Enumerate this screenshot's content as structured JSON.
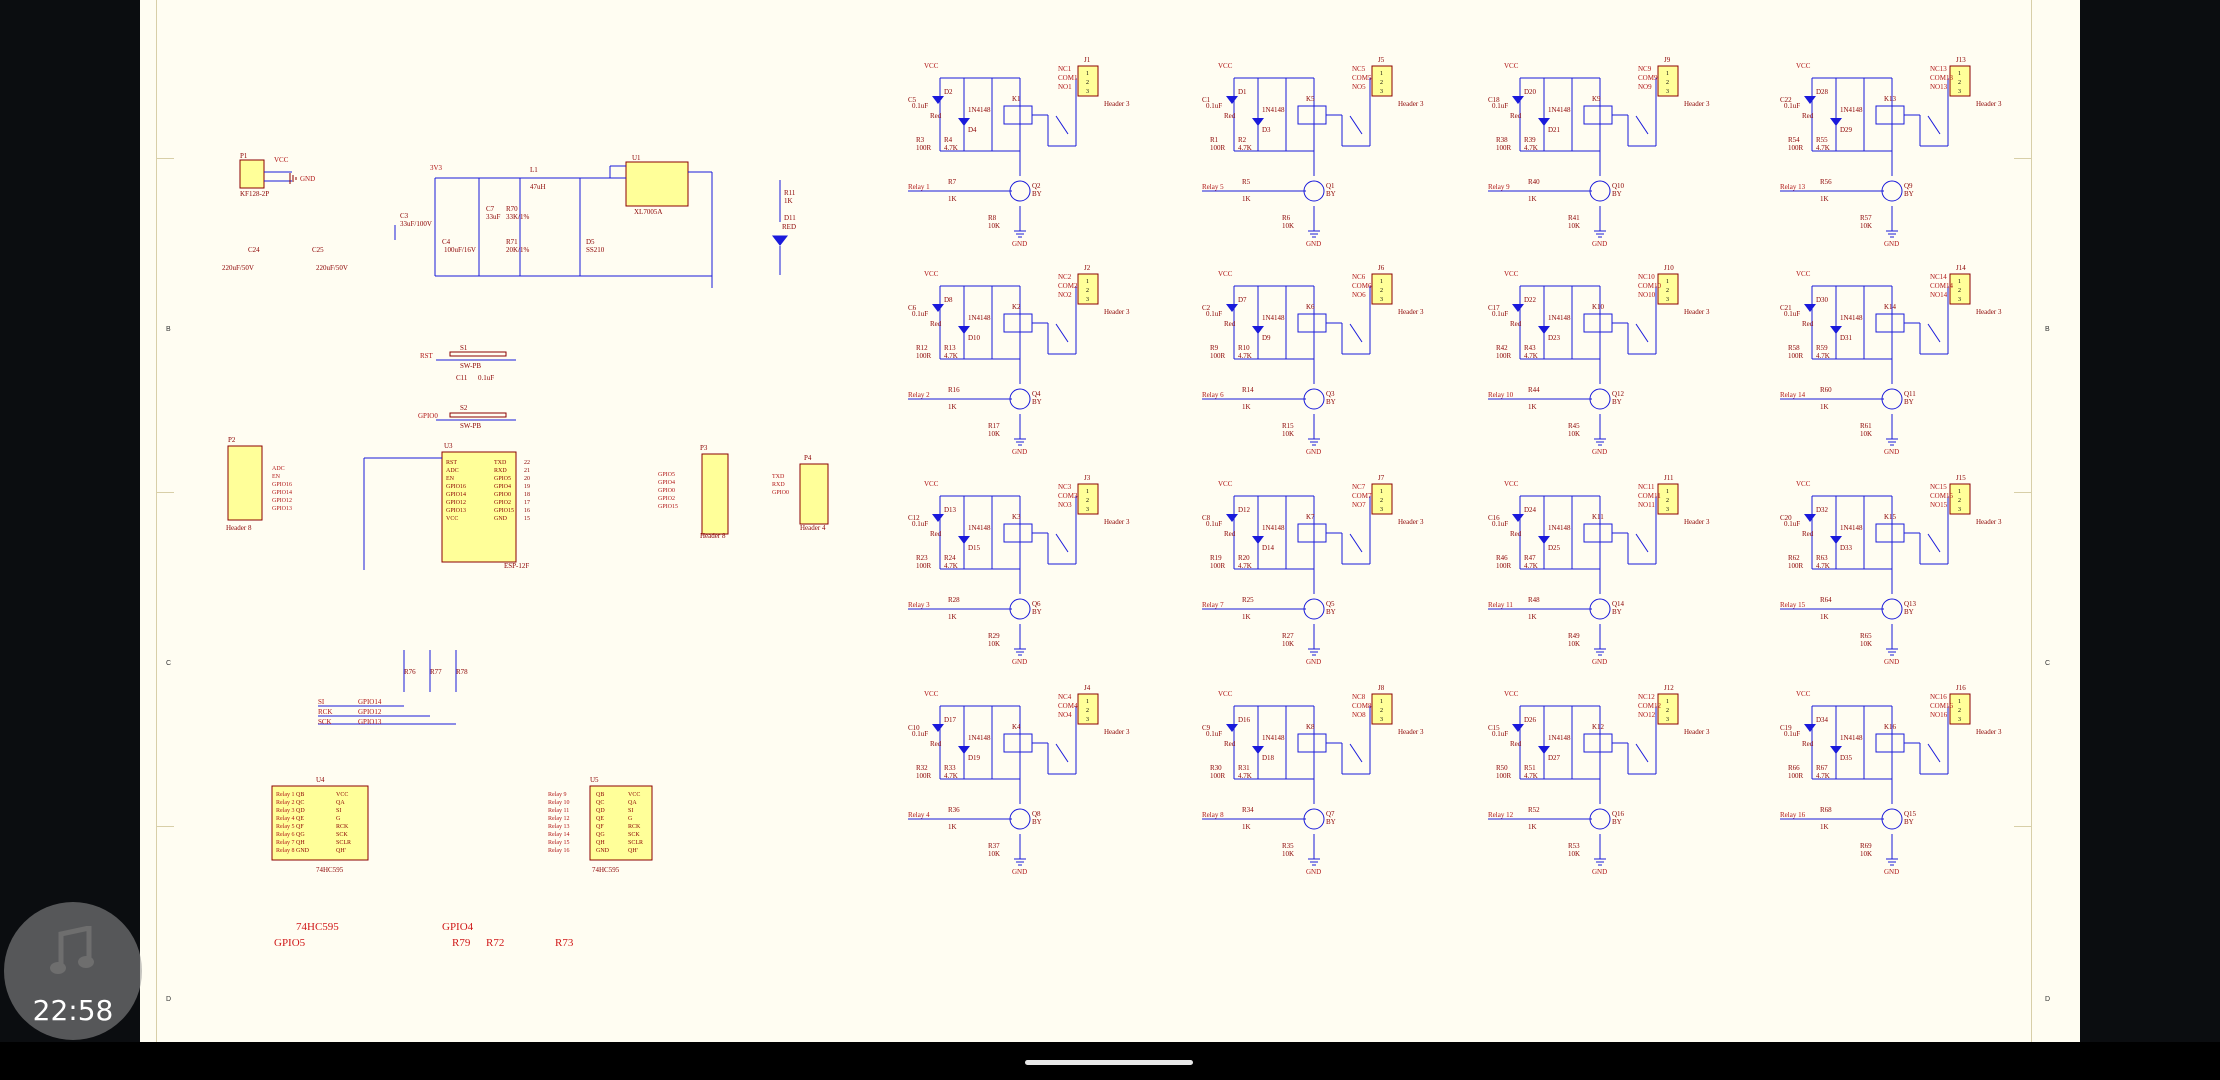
{
  "sheet": {
    "zone_labels": [
      "B",
      "C",
      "D"
    ],
    "text_labels": {
      "p1": "P1",
      "p1_part": "KF128-2P",
      "gnd": "GND",
      "vcc": "VCC",
      "v3": "3V3",
      "l1": "L1",
      "l1_val": "47uH",
      "u1": "U1",
      "u1_part": "XL7005A",
      "c3": "C3",
      "c3_val": "33uF/100V",
      "c7": "C7",
      "c7_val": "33uF",
      "r70": "R70",
      "r70_val": "33K/1%",
      "r71": "R71",
      "r71_val": "20K/1%",
      "d5": "D5",
      "d5_val": "SS210",
      "c4": "C4",
      "c4_val": "100uF/16V",
      "c24": "C24",
      "c24_val": "220uF/50V",
      "c25": "C25",
      "c25_val": "220uF/50V",
      "r11": "R11",
      "r11_val": "1K",
      "d11": "D11",
      "d11_val": "RED",
      "rst": "RST",
      "s1": "S1",
      "s1_part": "SW-PB",
      "c11": "C11",
      "c11_val": "0.1uF",
      "gpio0": "GPIO0",
      "s2": "S2",
      "s2_part": "SW-PB",
      "p2": "P2",
      "p2_part": "Header 8",
      "u3": "U3",
      "u3_part": "ESP-12F",
      "p3": "P3",
      "p3_part": "Header 8",
      "p4": "P4",
      "p4_part": "Header 4",
      "u4": "U4",
      "u4_part": "74HC595",
      "u5": "U5",
      "u5_part": "74HC595",
      "esp_pins_l": [
        "RST",
        "ADC",
        "EN",
        "GPIO16",
        "GPIO14",
        "GPIO12",
        "GPIO13",
        "VCC"
      ],
      "esp_pins_r": [
        "TXD",
        "RXD",
        "GPIO5",
        "GPIO4",
        "GPIO0",
        "GPIO2",
        "GPIO15",
        "GND"
      ],
      "esp_pins_r_num": [
        "22",
        "21",
        "20",
        "19",
        "18",
        "17",
        "16",
        "15"
      ],
      "p2_nets": [
        "ADC",
        "EN",
        "GPIO16",
        "GPIO14",
        "GPIO12",
        "GPIO13"
      ],
      "p3_nets": [
        "GPIO5",
        "GPIO4",
        "GPIO0",
        "GPIO2",
        "GPIO15"
      ],
      "p4_nets": [
        "TXD",
        "RXD",
        "GPIO0"
      ],
      "r76": "R76",
      "r77": "R77",
      "r78": "R78",
      "r10k": "10K",
      "si": "SI",
      "rck": "RCK",
      "sck": "SCK",
      "gpio14": "GPIO14",
      "gpio12": "GPIO12",
      "gpio13": "GPIO13",
      "hc_pins": [
        "QB",
        "QC",
        "QD",
        "QE",
        "QF",
        "QG",
        "QH",
        "GND"
      ],
      "hc_pins_r": [
        "VCC",
        "QA",
        "SI",
        "G",
        "RCK",
        "SCK",
        "SCLR",
        "QH'"
      ]
    },
    "annotations": {
      "u4_name": "74HC595",
      "gpio4": "GPIO4",
      "gpio5": "GPIO5",
      "r79": "R79",
      "r72": "R72",
      "r73": "R73"
    },
    "relay_common": {
      "vcc": "VCC",
      "cap_val": "0.1uF",
      "led_color": "Red",
      "res_100r": "100R",
      "res_4k7": "4.7K",
      "diode": "1N4148",
      "res_1k": "1K",
      "res_10k": "10K",
      "gnd": "GND",
      "transistor": "BY",
      "header": "Header 3",
      "pins": [
        "1",
        "2",
        "3"
      ]
    },
    "relays": [
      {
        "relay": "K1",
        "header": "J1",
        "q": "Q2",
        "input": "Relay 1",
        "rin": "R7",
        "rb": "R8",
        "nc": "NC1",
        "com": "COM1",
        "no": "NO1",
        "d_led": "D2",
        "d_fly": "D4",
        "r_led": "R3",
        "r_div": "R4",
        "cap": "C5"
      },
      {
        "relay": "K5",
        "header": "J5",
        "q": "Q1",
        "input": "Relay 5",
        "rin": "R5",
        "rb": "R6",
        "nc": "NC5",
        "com": "COM5",
        "no": "NO5",
        "d_led": "D1",
        "d_fly": "D3",
        "r_led": "R1",
        "r_div": "R2",
        "cap": "C1"
      },
      {
        "relay": "K9",
        "header": "J9",
        "q": "Q10",
        "input": "Relay 9",
        "rin": "R40",
        "rb": "R41",
        "nc": "NC9",
        "com": "COM9",
        "no": "NO9",
        "d_led": "D20",
        "d_fly": "D21",
        "r_led": "R38",
        "r_div": "R39",
        "cap": "C18"
      },
      {
        "relay": "K13",
        "header": "J13",
        "q": "Q9",
        "input": "Relay 13",
        "rin": "R56",
        "rb": "R57",
        "nc": "NC13",
        "com": "COM13",
        "no": "NO13",
        "d_led": "D28",
        "d_fly": "D29",
        "r_led": "R54",
        "r_div": "R55",
        "cap": "C22"
      },
      {
        "relay": "K2",
        "header": "J2",
        "q": "Q4",
        "input": "Relay 2",
        "rin": "R16",
        "rb": "R17",
        "nc": "NC2",
        "com": "COM2",
        "no": "NO2",
        "d_led": "D8",
        "d_fly": "D10",
        "r_led": "R12",
        "r_div": "R13",
        "cap": "C6"
      },
      {
        "relay": "K6",
        "header": "J6",
        "q": "Q3",
        "input": "Relay 6",
        "rin": "R14",
        "rb": "R15",
        "nc": "NC6",
        "com": "COM6",
        "no": "NO6",
        "d_led": "D7",
        "d_fly": "D9",
        "r_led": "R9",
        "r_div": "R10",
        "cap": "C2"
      },
      {
        "relay": "K10",
        "header": "J10",
        "q": "Q12",
        "input": "Relay 10",
        "rin": "R44",
        "rb": "R45",
        "nc": "NC10",
        "com": "COM10",
        "no": "NO10",
        "d_led": "D22",
        "d_fly": "D23",
        "r_led": "R42",
        "r_div": "R43",
        "cap": "C17"
      },
      {
        "relay": "K14",
        "header": "J14",
        "q": "Q11",
        "input": "Relay 14",
        "rin": "R60",
        "rb": "R61",
        "nc": "NC14",
        "com": "COM14",
        "no": "NO14",
        "d_led": "D30",
        "d_fly": "D31",
        "r_led": "R58",
        "r_div": "R59",
        "cap": "C21"
      },
      {
        "relay": "K3",
        "header": "J3",
        "q": "Q6",
        "input": "Relay 3",
        "rin": "R28",
        "rb": "R29",
        "nc": "NC3",
        "com": "COM3",
        "no": "NO3",
        "d_led": "D13",
        "d_fly": "D15",
        "r_led": "R23",
        "r_div": "R24",
        "cap": "C12"
      },
      {
        "relay": "K7",
        "header": "J7",
        "q": "Q5",
        "input": "Relay 7",
        "rin": "R25",
        "rb": "R27",
        "nc": "NC7",
        "com": "COM7",
        "no": "NO7",
        "d_led": "D12",
        "d_fly": "D14",
        "r_led": "R19",
        "r_div": "R20",
        "cap": "C8"
      },
      {
        "relay": "K11",
        "header": "J11",
        "q": "Q14",
        "input": "Relay 11",
        "rin": "R48",
        "rb": "R49",
        "nc": "NC11",
        "com": "COM11",
        "no": "NO11",
        "d_led": "D24",
        "d_fly": "D25",
        "r_led": "R46",
        "r_div": "R47",
        "cap": "C16"
      },
      {
        "relay": "K15",
        "header": "J15",
        "q": "Q13",
        "input": "Relay 15",
        "rin": "R64",
        "rb": "R65",
        "nc": "NC15",
        "com": "COM15",
        "no": "NO15",
        "d_led": "D32",
        "d_fly": "D33",
        "r_led": "R62",
        "r_div": "R63",
        "cap": "C20"
      },
      {
        "relay": "K4",
        "header": "J4",
        "q": "Q8",
        "input": "Relay 4",
        "rin": "R36",
        "rb": "R37",
        "nc": "NC4",
        "com": "COM4",
        "no": "NO4",
        "d_led": "D17",
        "d_fly": "D19",
        "r_led": "R32",
        "r_div": "R33",
        "cap": "C10"
      },
      {
        "relay": "K8",
        "header": "J8",
        "q": "Q7",
        "input": "Relay 8",
        "rin": "R34",
        "rb": "R35",
        "nc": "NC8",
        "com": "COM8",
        "no": "NO8",
        "d_led": "D16",
        "d_fly": "D18",
        "r_led": "R30",
        "r_div": "R31",
        "cap": "C9"
      },
      {
        "relay": "K12",
        "header": "J12",
        "q": "Q16",
        "input": "Relay 12",
        "rin": "R52",
        "rb": "R53",
        "nc": "NC12",
        "com": "COM12",
        "no": "NO12",
        "d_led": "D26",
        "d_fly": "D27",
        "r_led": "R50",
        "r_div": "R51",
        "cap": "C15"
      },
      {
        "relay": "K16",
        "header": "J16",
        "q": "Q15",
        "input": "Relay 16",
        "rin": "R68",
        "rb": "R69",
        "nc": "NC16",
        "com": "COM16",
        "no": "NO16",
        "d_led": "D34",
        "d_fly": "D35",
        "r_led": "R66",
        "r_div": "R67",
        "cap": "C19"
      }
    ]
  },
  "media": {
    "time": "22:58",
    "icon": "music-note-icon"
  },
  "colors": {
    "wire": "#1a1adb",
    "net": "#b01515",
    "component": "#8b0000",
    "header_fill": "#ffff99",
    "sheet": "#fffdf2"
  }
}
